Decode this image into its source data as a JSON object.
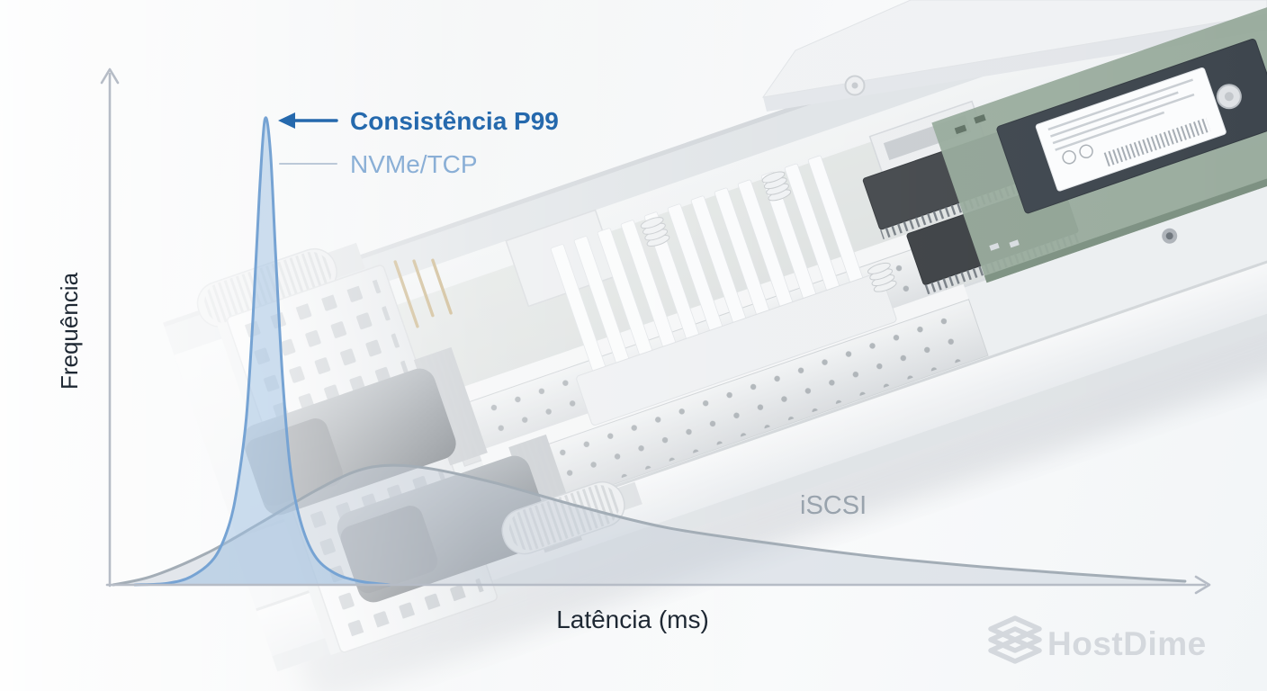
{
  "chart_data": {
    "type": "area",
    "title": "",
    "xlabel": "Latência (ms)",
    "ylabel": "Frequência",
    "x_axis": {
      "label": "Latência (ms)",
      "unit": "ms",
      "ticks": [],
      "arrow": true
    },
    "y_axis": {
      "label": "Frequência",
      "ticks": [],
      "arrow": true
    },
    "grid": false,
    "axis_color": "#b6bcc6",
    "label_color": "#1e2833",
    "legend_position": "inline-annotations",
    "series": [
      {
        "name": "iSCSI",
        "stroke": "#a3adb6",
        "fill": "#c3cdd6",
        "fill_opacity": 0.45,
        "peak": {
          "x_fraction": 0.254,
          "height_fraction": 0.231
        },
        "points": [
          [
            0.003,
            0
          ],
          [
            0.039,
            0.017
          ],
          [
            0.088,
            0.061
          ],
          [
            0.137,
            0.12
          ],
          [
            0.186,
            0.181
          ],
          [
            0.223,
            0.219
          ],
          [
            0.254,
            0.231
          ],
          [
            0.293,
            0.224
          ],
          [
            0.35,
            0.197
          ],
          [
            0.424,
            0.153
          ],
          [
            0.505,
            0.111
          ],
          [
            0.595,
            0.082
          ],
          [
            0.685,
            0.057
          ],
          [
            0.775,
            0.038
          ],
          [
            0.865,
            0.023
          ],
          [
            0.939,
            0.012
          ],
          [
            0.977,
            0.007
          ]
        ]
      },
      {
        "name": "NVMe/TCP",
        "stroke": "#76a3d3",
        "fill": "#9dbfe2",
        "fill_opacity": 0.5,
        "peak": {
          "x_fraction": 0.141,
          "height_fraction": 0.9
        },
        "points": [
          [
            0.023,
            0
          ],
          [
            0.052,
            0.003
          ],
          [
            0.074,
            0.016
          ],
          [
            0.095,
            0.052
          ],
          [
            0.108,
            0.113
          ],
          [
            0.116,
            0.191
          ],
          [
            0.124,
            0.322
          ],
          [
            0.13,
            0.513
          ],
          [
            0.136,
            0.757
          ],
          [
            0.141,
            0.9
          ],
          [
            0.146,
            0.835
          ],
          [
            0.151,
            0.626
          ],
          [
            0.157,
            0.4
          ],
          [
            0.164,
            0.226
          ],
          [
            0.173,
            0.125
          ],
          [
            0.186,
            0.057
          ],
          [
            0.204,
            0.023
          ],
          [
            0.227,
            0.007
          ],
          [
            0.254,
            0
          ]
        ]
      }
    ],
    "annotations": [
      {
        "id": "p99",
        "text": "Consistência P99",
        "color": "#2569ad",
        "connector": "arrow-left",
        "connector_color": "#2569ad",
        "target_series": "NVMe/TCP"
      },
      {
        "id": "nvme",
        "text": "NVMe/TCP",
        "color": "#8aafd6",
        "connector": "leader-line",
        "connector_color": "#bcc9d8",
        "target_series": "NVMe/TCP"
      },
      {
        "id": "iscsi",
        "text": "iSCSI",
        "color": "#99a3ad",
        "connector": "none",
        "target_series": "iSCSI"
      }
    ]
  },
  "watermark": {
    "brand": "HostDime",
    "color": "#d4d8dd",
    "icon": "stacked-layers-icon"
  }
}
